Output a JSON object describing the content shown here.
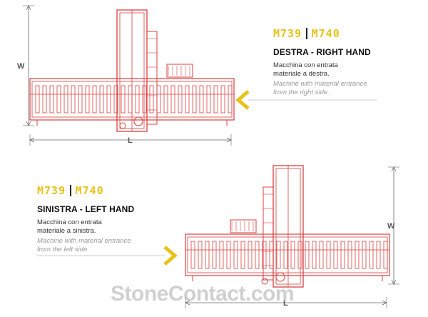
{
  "colors": {
    "accent": "#e8c21a",
    "machine": "#d94040",
    "dimension": "#666666",
    "text": "#111111"
  },
  "right_hand": {
    "model_a": "M739",
    "model_b": "M740",
    "title": "DESTRA - RIGHT HAND",
    "desc_it": [
      "Macchina con entrata",
      "materiale a destra."
    ],
    "desc_en": [
      "Machine with material entrance",
      "from the right side."
    ],
    "dim_w": "W",
    "dim_l": "L"
  },
  "left_hand": {
    "model_a": "M739",
    "model_b": "M740",
    "title": "SINISTRA - LEFT HAND",
    "desc_it": [
      "Macchina con entrata",
      "materiale a sinistra."
    ],
    "desc_en": [
      "Machine with material entrance",
      "from the left side."
    ],
    "dim_w": "W",
    "dim_l": "L"
  },
  "watermark": "StoneContact.com"
}
